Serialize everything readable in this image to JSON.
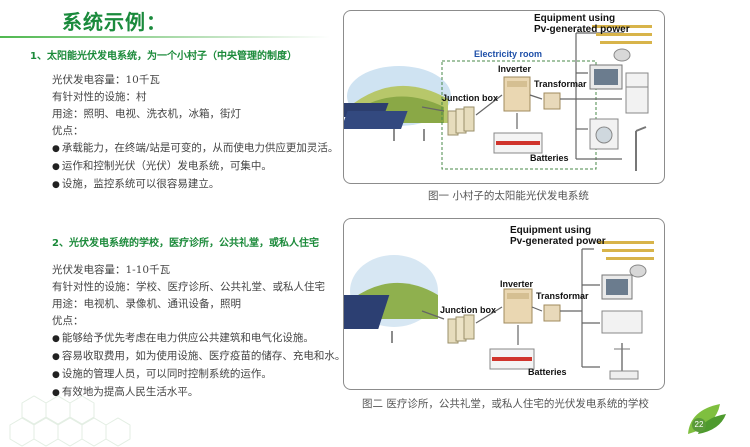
{
  "page": {
    "title": "系统示例：",
    "page_number": "22"
  },
  "section1": {
    "heading": "1、太阳能光伏发电系统，为一个小村子（中央管理的制度）",
    "lines": [
      "光伏发电容量：10千瓦",
      "有针对性的设施：村",
      "用途：照明、电视、洗衣机，冰箱，街灯",
      "优点："
    ],
    "bullets": [
      "承载能力，在终端/站是可变的，从而使电力供应更加灵活。",
      "运作和控制光伏（光伏）发电系统，可集中。",
      "设施，监控系统可以很容易建立。"
    ],
    "caption": "图一 小村子的太阳能光伏发电系统",
    "diagram": {
      "equipment_label_1": "Equipment using",
      "equipment_label_2": "Pv-generated power",
      "electricity_room": "Electricity room",
      "inverter": "Inverter",
      "junction_box": "Junction box",
      "transformer": "Transformar",
      "batteries": "Batteries"
    }
  },
  "section2": {
    "heading": "2、光伏发电系统的学校，医疗诊所，公共礼堂，或私人住宅",
    "lines": [
      "光伏发电容量：1-10千瓦",
      "有针对性的设施：学校、医疗诊所、公共礼堂、或私人住宅",
      "用途：电视机、录像机、通讯设备，照明",
      "优点："
    ],
    "bullets": [
      "能够给予优先考虑在电力供应公共建筑和电气化设施。",
      "容易收取费用，如为使用设施、医疗疫苗的储存、充电和水。",
      "设施的管理人员，可以同时控制系统的运作。",
      "有效地为提高人民生活水平。"
    ],
    "caption": "图二 医疗诊所，公共礼堂，或私人住宅的光伏发电系统的学校",
    "diagram": {
      "equipment_label_1": "Equipment using",
      "equipment_label_2": "Pv-generated power",
      "inverter": "Inverter",
      "junction_box": "Junction box",
      "transformer": "Transformar",
      "batteries": "Batteries"
    }
  },
  "colors": {
    "heading_green": "#1b8a3a",
    "electricity_room_blue": "#1e4fa8",
    "frame_gray": "#8c8c8c"
  }
}
